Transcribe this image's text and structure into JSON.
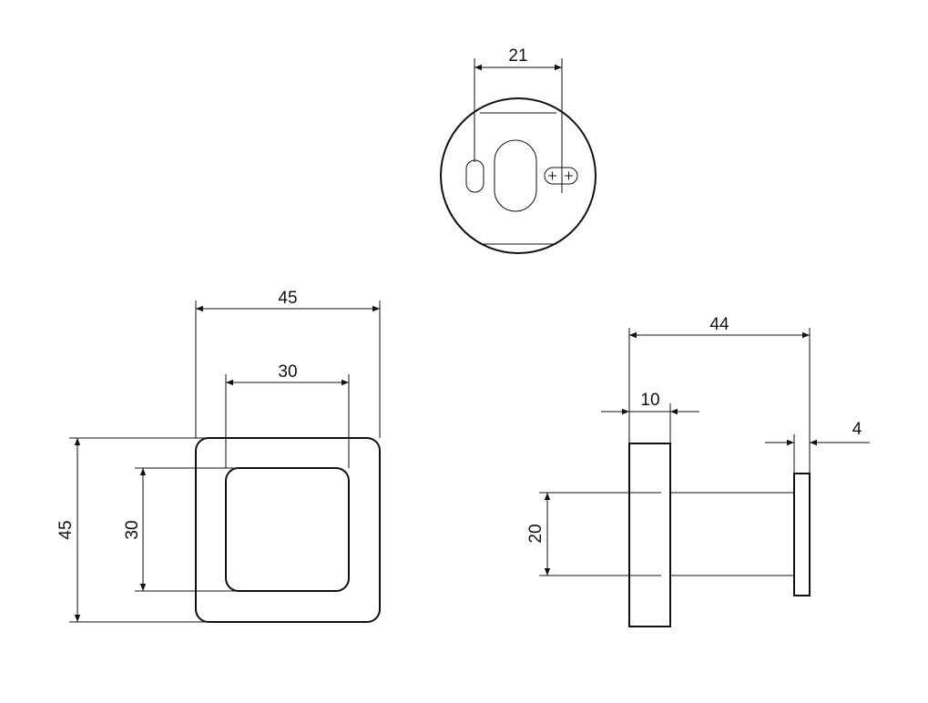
{
  "dimensions": {
    "top_slot_spacing": "21",
    "front_outer_width": "45",
    "front_inner_width": "30",
    "front_outer_height": "45",
    "front_inner_height": "30",
    "side_total_length": "44",
    "side_rosette_thickness": "10",
    "side_knob_thickness": "4",
    "side_shaft_diameter": "20"
  }
}
